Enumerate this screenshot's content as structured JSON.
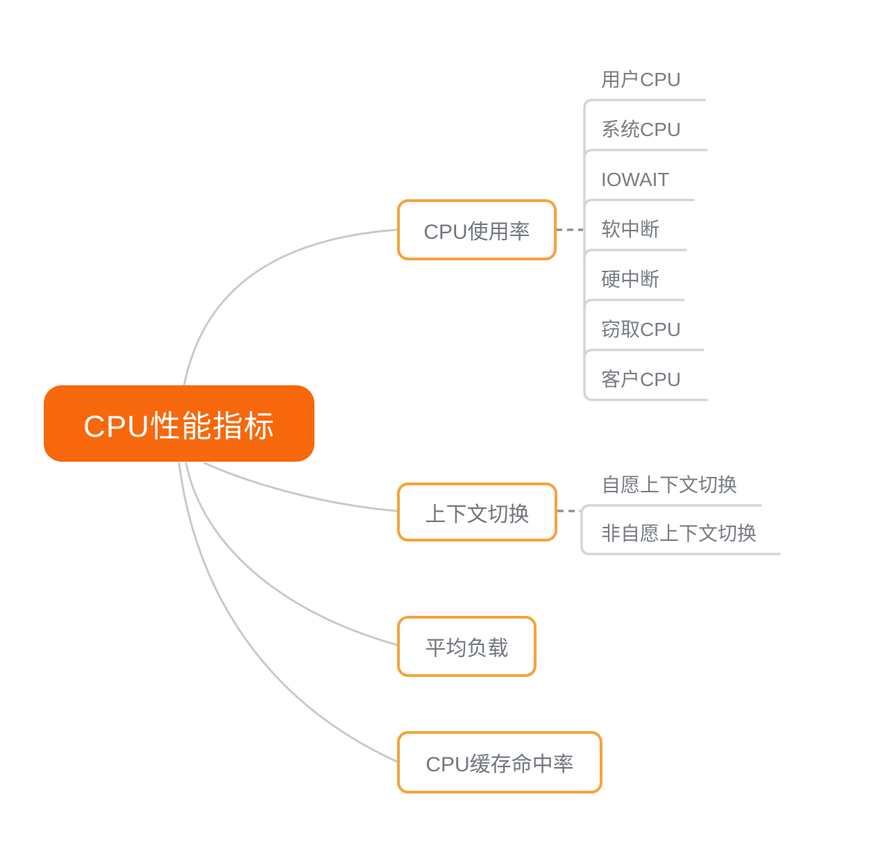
{
  "root": {
    "label": "CPU性能指标"
  },
  "branches": [
    {
      "label": "CPU使用率",
      "children": [
        "用户CPU",
        "系统CPU",
        "IOWAIT",
        "软中断",
        "硬中断",
        "窃取CPU",
        "客户CPU"
      ]
    },
    {
      "label": "上下文切换",
      "children": [
        "自愿上下文切换",
        "非自愿上下文切换"
      ]
    },
    {
      "label": "平均负载",
      "children": []
    },
    {
      "label": "CPU缓存命中率",
      "children": []
    }
  ],
  "colors": {
    "root_fill": "#F7680D",
    "root_text": "#FFFFFF",
    "branch_border": "#F5A33C",
    "branch_text": "#72777D",
    "leaf_text": "#787D83",
    "curve_link": "#C7CACC",
    "leaf_link": "#D3D5D7",
    "dash_link": "#8F9397",
    "background": "#FFFFFF"
  }
}
